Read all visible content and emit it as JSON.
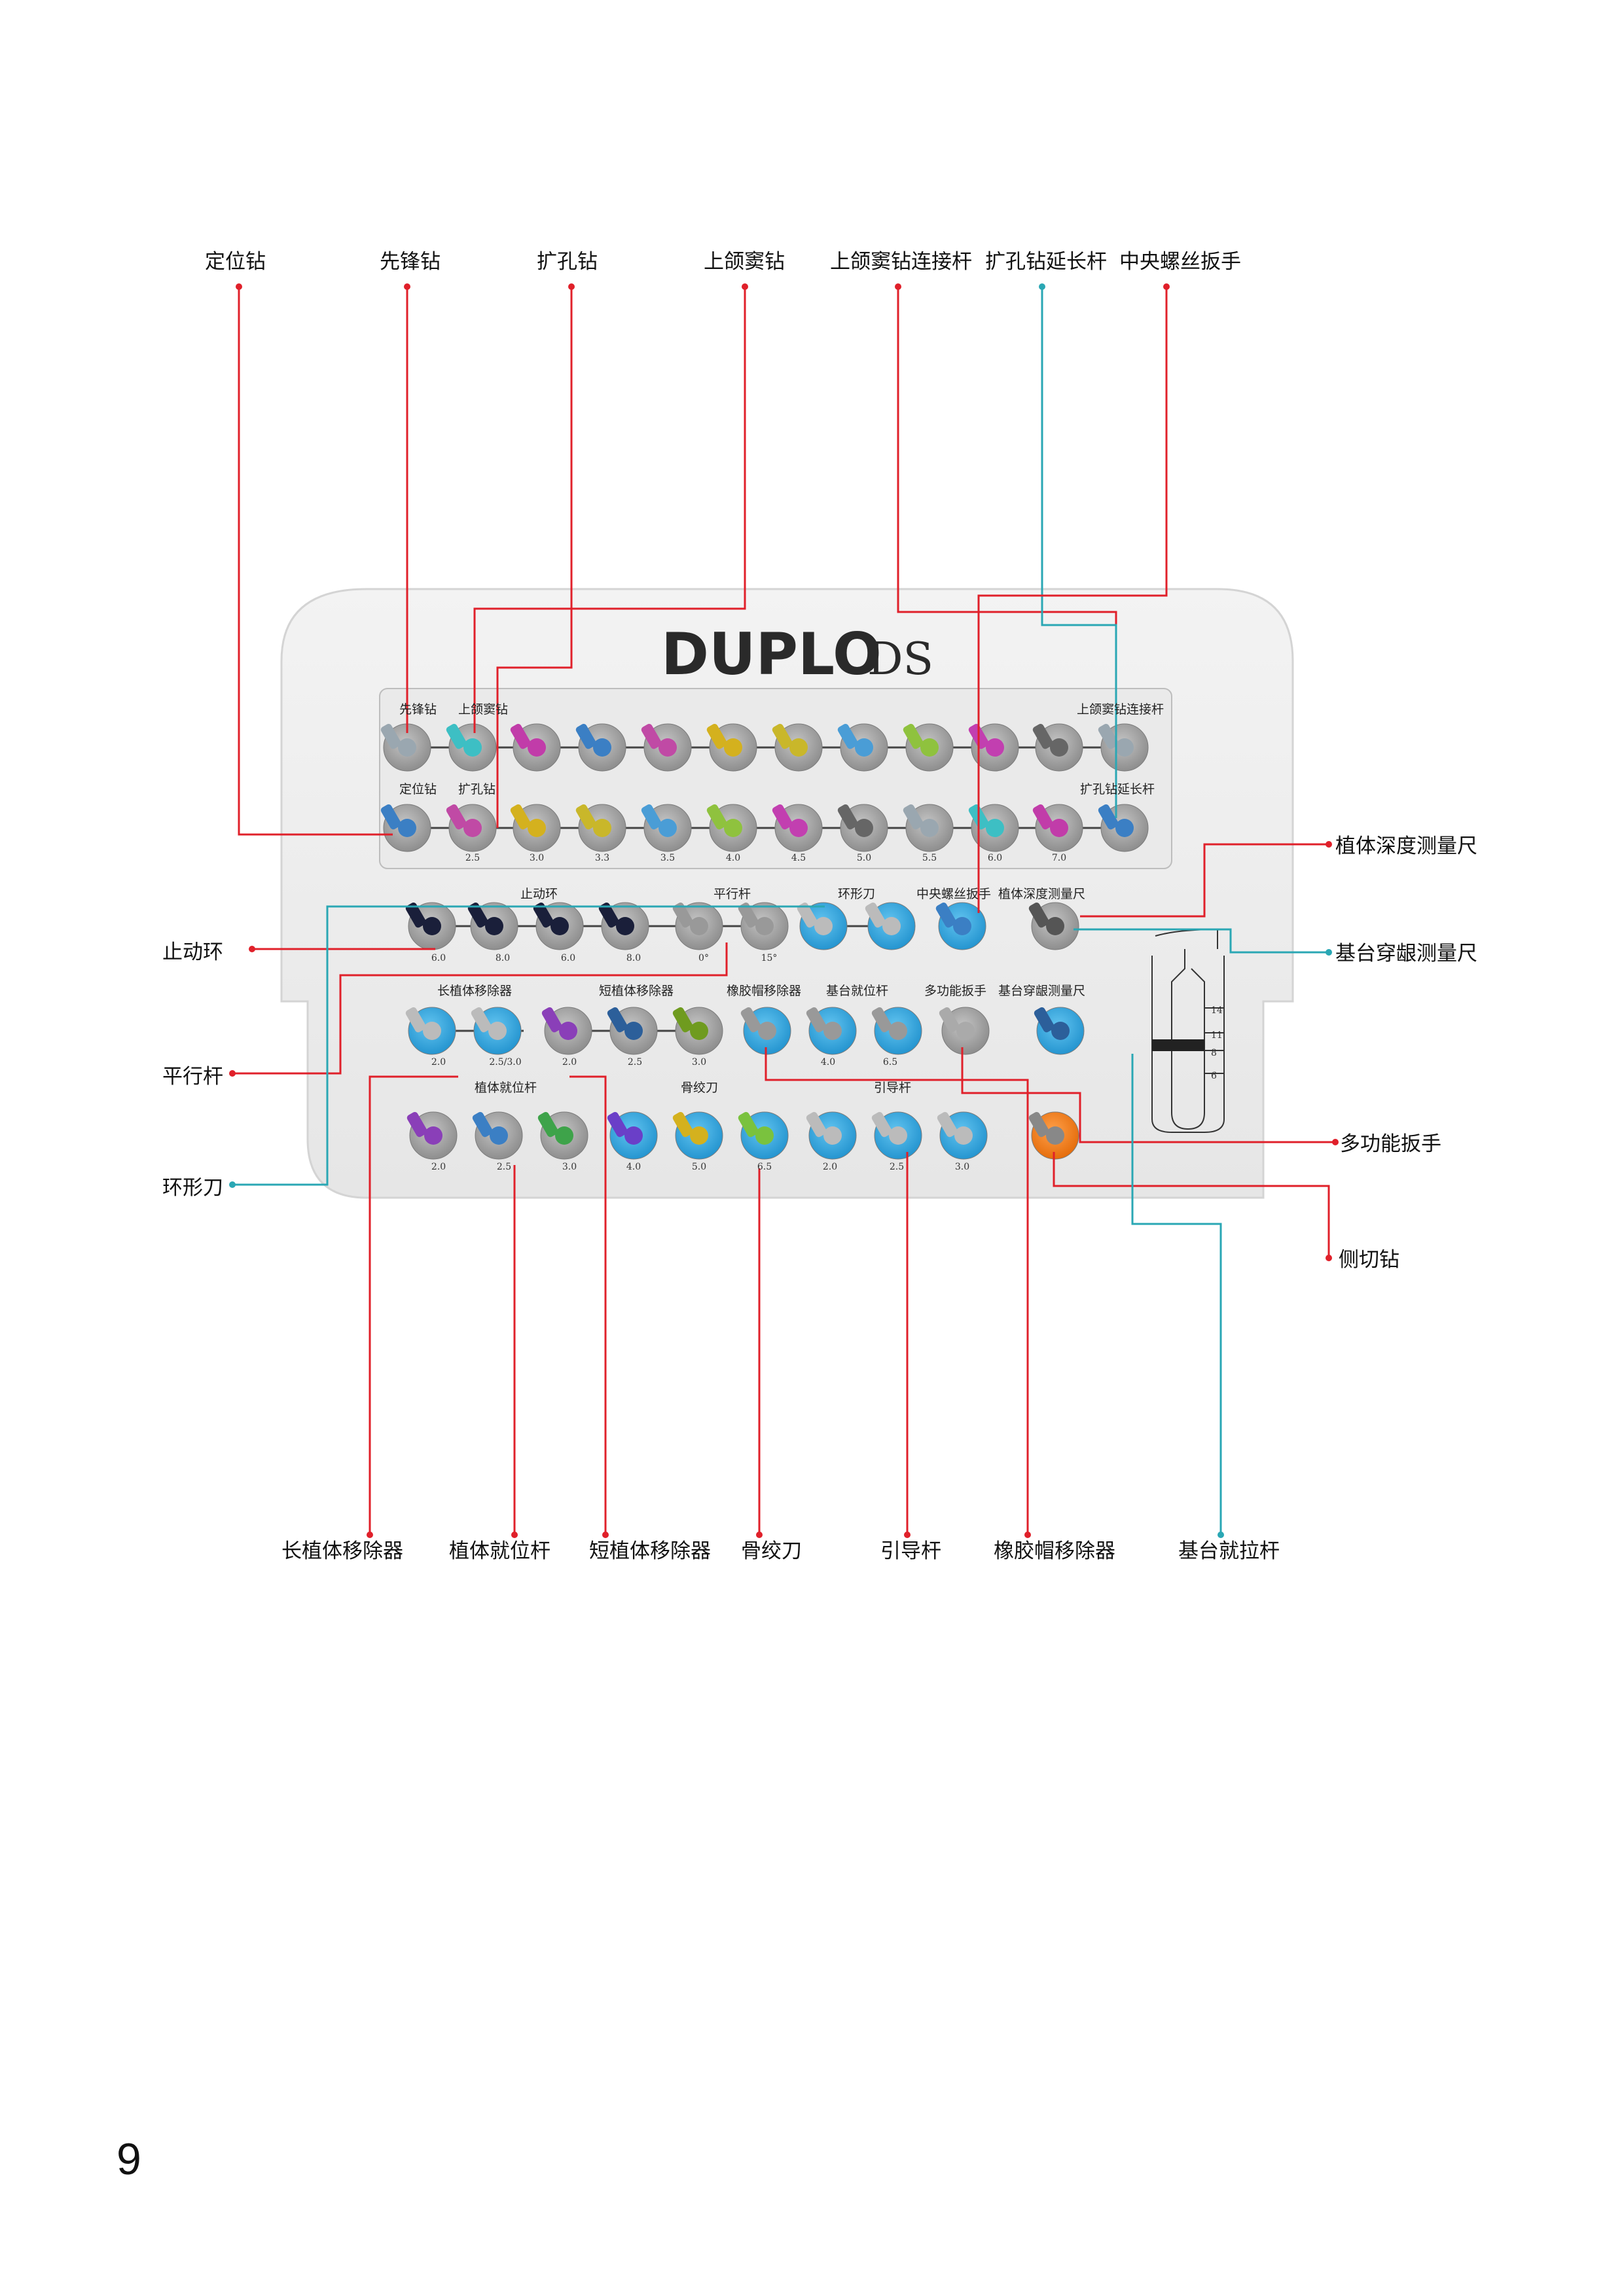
{
  "brand": {
    "name": "DUPLO",
    "suffix": "DS"
  },
  "page_number": "9",
  "top_labels": [
    "定位钻",
    "先锋钻",
    "扩孔钻",
    "上颌窦钻",
    "上颌窦钻连接杆",
    "扩孔钻延长杆",
    "中央螺丝扳手"
  ],
  "left_labels": [
    "止动环",
    "平行杆",
    "环形刀"
  ],
  "right_labels": [
    "植体深度测量尺",
    "基台穿龈测量尺",
    "多功能扳手",
    "侧切钻"
  ],
  "bottom_labels": [
    "长植体移除器",
    "植体就位杆",
    "短植体移除器",
    "骨绞刀",
    "引导杆",
    "橡胶帽移除器",
    "基台就拉杆"
  ],
  "kit": {
    "row1_labels": {
      "left1": "先锋钻",
      "left2": "上颌窦钻",
      "right": "上颌窦钻连接杆"
    },
    "row2_labels": {
      "left1": "定位钻",
      "left2": "扩孔钻",
      "right": "扩孔钻延长杆"
    },
    "drill_sizes": [
      "2.5",
      "3.0",
      "3.3",
      "3.5",
      "4.0",
      "4.5",
      "5.0",
      "5.5",
      "6.0",
      "7.0"
    ],
    "section_labels": {
      "stop_ring": "止动环",
      "parallel_pin": "平行杆",
      "trephine": "环形刀",
      "screw_driver": "中央螺丝扳手",
      "depth_gauge": "植体深度测量尺",
      "long_remover": "长植体移除器",
      "short_remover": "短植体移除器",
      "cap_remover": "橡胶帽移除器",
      "abut_seat": "基台就位杆",
      "multi_wrench": "多功能扳手",
      "gingival_gauge": "基台穿龈测量尺",
      "seating_rod": "植体就位杆",
      "bone_reamer": "骨绞刀",
      "guide_rod": "引导杆"
    },
    "stop_ring_sizes": [
      "6.0",
      "8.0",
      "6.0",
      "8.0"
    ],
    "parallel_angles": [
      "0°",
      "15°"
    ],
    "long_remover_sizes": [
      "2.0",
      "2.5/3.0"
    ],
    "short_remover_sizes": [
      "2.0",
      "2.5",
      "3.0"
    ],
    "abut_sizes": [
      "4.0",
      "6.5"
    ],
    "seating_sizes": [
      "2.0",
      "2.5",
      "3.0"
    ],
    "reamer_sizes": [
      "4.0",
      "5.0",
      "6.5"
    ],
    "guide_sizes": [
      "2.0",
      "2.5",
      "3.0"
    ],
    "gauge_marks": [
      "14",
      "11",
      "8",
      "6"
    ]
  },
  "colors": {
    "callout_red": "#e0202a",
    "callout_teal": "#2aa7b4",
    "tray": "#eeeeee",
    "silicone_gray": "#a9a9a9",
    "silicone_blue": "#35a9e0",
    "silicone_orange": "#f07c18"
  }
}
